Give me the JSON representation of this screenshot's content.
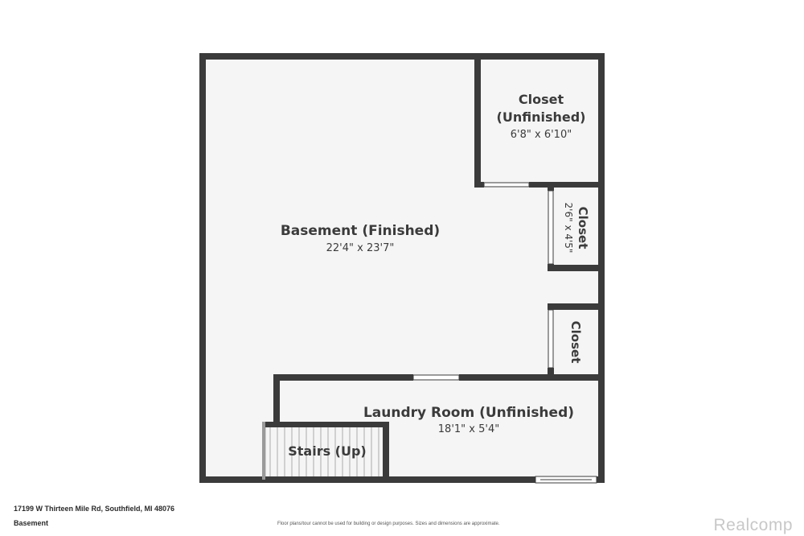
{
  "rooms": {
    "basement": {
      "name": "Basement (Finished)",
      "dims": "22'4\" x 23'7\""
    },
    "closet_top": {
      "name_line1": "Closet",
      "name_line2": "(Unfinished)",
      "dims": "6'8\" x 6'10\""
    },
    "closet_mid": {
      "name": "Closet",
      "dims": "2'6\" x 4'5\""
    },
    "closet_low": {
      "name": "Closet"
    },
    "laundry": {
      "name": "Laundry Room (Unfinished)",
      "dims": "18'1\" x 5'4\""
    },
    "stairs": {
      "name": "Stairs (Up)"
    }
  },
  "footer": {
    "address": "17199 W Thirteen Mile Rd, Southfield, MI 48076",
    "floor": "Basement",
    "disclaimer": "Floor plans/tour cannot be used for building or design purposes. Sizes and dimensions are approximate.",
    "brand": "Realcomp"
  },
  "colors": {
    "wall": "#3b3b3b",
    "floor": "#f5f5f5",
    "text": "#3b3b3b",
    "brand": "#c8c8c8"
  }
}
